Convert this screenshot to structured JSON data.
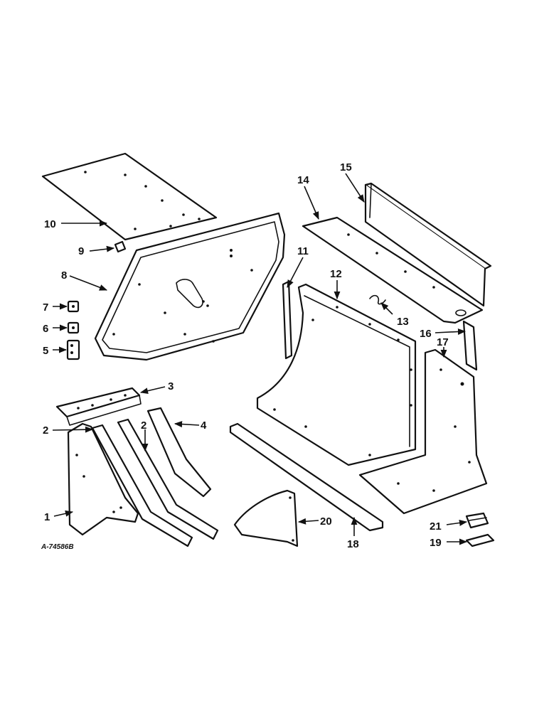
{
  "figure_ref": "A-74586B",
  "callouts": {
    "c1": "1",
    "c2a": "2",
    "c2b": "2",
    "c3": "3",
    "c4": "4",
    "c5": "5",
    "c6": "6",
    "c7": "7",
    "c8": "8",
    "c9": "9",
    "c10": "10",
    "c11": "11",
    "c12": "12",
    "c13": "13",
    "c14": "14",
    "c15": "15",
    "c16": "16",
    "c17": "17",
    "c18": "18",
    "c19": "19",
    "c20": "20",
    "c21": "21"
  }
}
